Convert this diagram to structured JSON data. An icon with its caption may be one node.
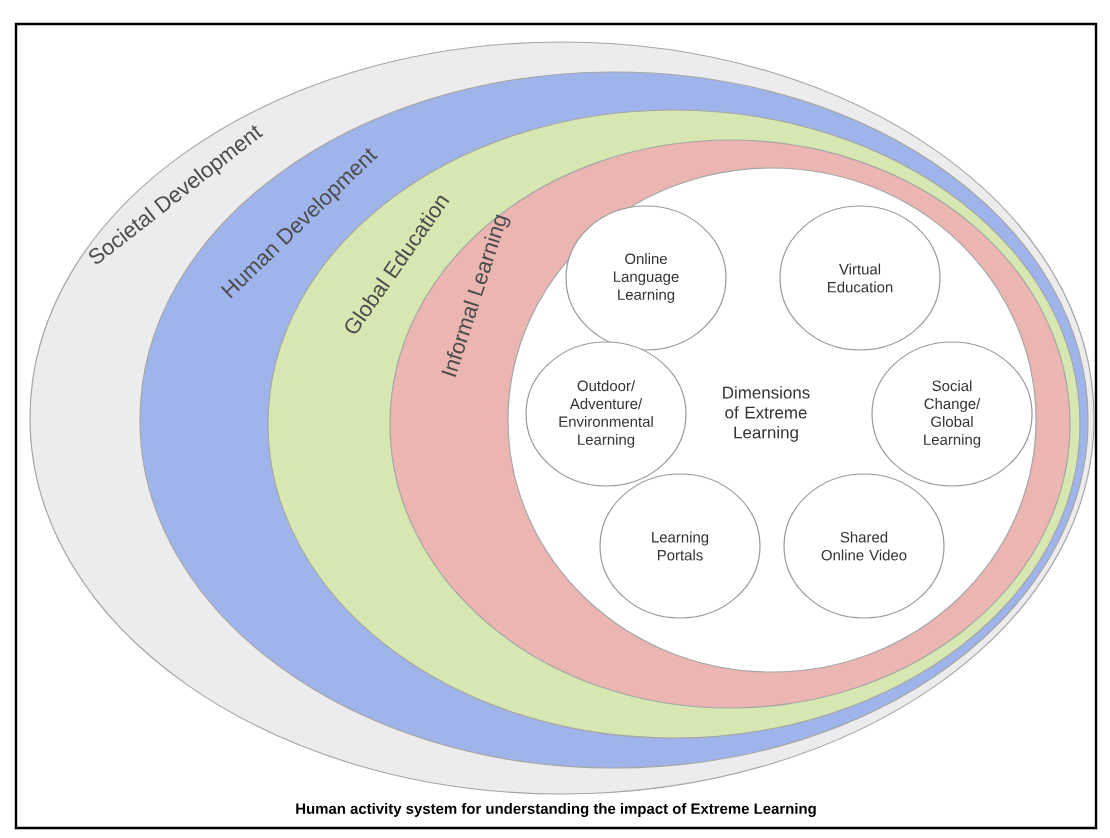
{
  "diagram": {
    "caption": "Human activity system for understanding the impact of Extreme Learning",
    "nodes": [
      {
        "text": [
          "Societal Development"
        ]
      },
      {
        "text": [
          "Human Development"
        ],
        "in": 0
      },
      {
        "text": [
          "Global Education"
        ],
        "in": 1
      },
      {
        "text": [
          "Informal Learning"
        ],
        "in": 2
      },
      {
        "text": [
          "Dimensions of Extreme Learning"
        ],
        "in": 3
      },
      {
        "text": [
          "Online Language Learning"
        ],
        "in": 4
      },
      {
        "text": [
          "Virtual Education"
        ],
        "in": 4
      },
      {
        "text": [
          "Outdoor/ Adventure/ Environmental Learning"
        ],
        "in": 4
      },
      {
        "text": [
          "Social Change/ Global Learning"
        ],
        "in": 4
      },
      {
        "text": [
          "Learning Portals"
        ],
        "in": 4
      },
      {
        "text": [
          "Shared Online Video"
        ],
        "in": 4
      }
    ]
  }
}
